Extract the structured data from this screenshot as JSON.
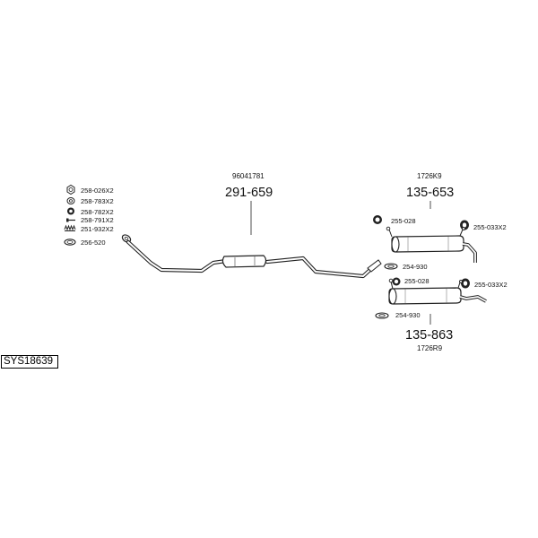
{
  "system_code": "SYS18639",
  "hardware": [
    {
      "code": "258-026X2",
      "icon": "nut-icon"
    },
    {
      "code": "258-783X2",
      "icon": "washer-icon"
    },
    {
      "code": "258-782X2",
      "icon": "lock-nut-icon"
    },
    {
      "code": "258-791X2",
      "icon": "bolt-icon"
    },
    {
      "code": "251-932X2",
      "icon": "spring-icon"
    },
    {
      "code": "256-520",
      "icon": "gasket-ring-icon"
    }
  ],
  "front_pipe": {
    "ref": "96041781",
    "part": "291-659"
  },
  "rear_upper": {
    "ref": "1726K9",
    "part": "135-653",
    "clamp": "255-028",
    "hanger": "255-033X2",
    "gasket": "254-930"
  },
  "rear_lower": {
    "ref": "1726R9",
    "part": "135-863",
    "clamp": "255-028",
    "hanger": "255-033X2",
    "gasket": "254-930"
  }
}
